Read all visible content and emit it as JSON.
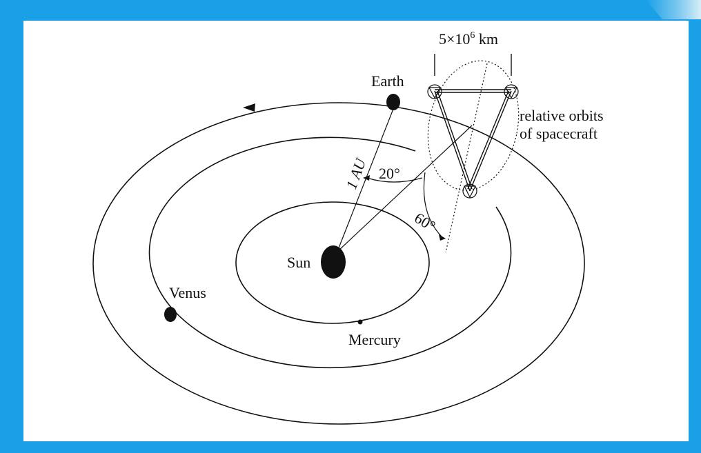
{
  "labels": {
    "earth": "Earth",
    "sun": "Sun",
    "venus": "Venus",
    "mercury": "Mercury",
    "distance": "5×10",
    "distance_exp": "6",
    "distance_unit": " km",
    "orbits_line1": "relative orbits",
    "orbits_line2": "of spacecraft",
    "au": "1 AU",
    "angle_20": "20°",
    "angle_60": "60°"
  },
  "colors": {
    "frame_border": "#1aa0e6",
    "ink": "#111111",
    "background": "#ffffff"
  }
}
